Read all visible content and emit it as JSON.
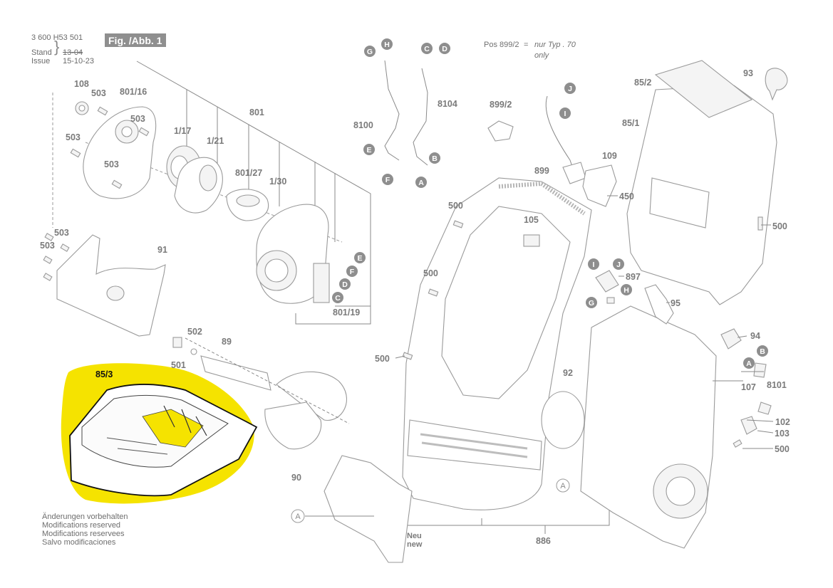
{
  "header": {
    "doc_number": "3 600 H53 501",
    "fig_label": "Fig. /Abb. 1",
    "stand_label": "Stand",
    "issue_label": "Issue",
    "stand_value": "13-04",
    "issue_value": "15-10-23"
  },
  "note": {
    "pos": "Pos 899/2",
    "eq": "=",
    "type_text": "nur Typ . 70",
    "only_text": "only"
  },
  "footer": {
    "line1": "Änderungen vorbehalten",
    "line2": "Modifications reserved",
    "line3": "Modifications reservees",
    "line4": "Salvo modificaciones"
  },
  "highlight": {
    "part": "85/3",
    "color": "#f5e300"
  },
  "labels": {
    "p108": "108",
    "p503a": "503",
    "p801_16": "801/16",
    "p503b": "503",
    "p503c": "503",
    "p503d": "503",
    "p1_17": "1/17",
    "p1_21": "1/21",
    "p801": "801",
    "p801_27": "801/27",
    "p1_30": "1/30",
    "p503e": "503",
    "p503f": "503",
    "p91": "91",
    "p801_19": "801/19",
    "p502": "502",
    "p501": "501",
    "p89": "89",
    "p90": "90",
    "p8100": "8100",
    "p8104": "8104",
    "p899_2": "899/2",
    "p899": "899",
    "p109": "109",
    "p450": "450",
    "p85_2": "85/2",
    "p93": "93",
    "p85_1": "85/1",
    "p500a": "500",
    "p500b": "500",
    "p500c": "500",
    "p500d": "500",
    "p500e": "500",
    "p105": "105",
    "p897": "897",
    "p95": "95",
    "p94": "94",
    "p92": "92",
    "p107": "107",
    "p8101": "8101",
    "p102": "102",
    "p103": "103",
    "p886": "886",
    "neu": "Neu",
    "new": "new",
    "c_G1": "G",
    "c_H1": "H",
    "c_C1": "C",
    "c_D1": "D",
    "c_E1": "E",
    "c_F1": "F",
    "c_B1": "B",
    "c_A1": "A",
    "c_J1": "J",
    "c_I1": "I",
    "c_E2": "E",
    "c_F2": "F",
    "c_D2": "D",
    "c_C2": "C",
    "c_I2": "I",
    "c_J2": "J",
    "c_H2": "H",
    "c_G2": "G",
    "c_A2": "A",
    "c_B2": "B",
    "o_A1": "A",
    "o_A2": "A"
  }
}
